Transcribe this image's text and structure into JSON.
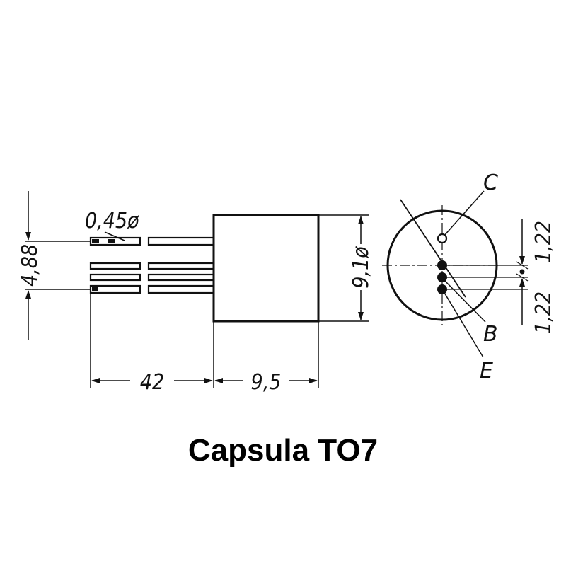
{
  "diagram": {
    "dimensions": {
      "lead_diameter": "0,45ø",
      "lead_spacing": "4,88",
      "lead_length": "42",
      "body_length": "9,5",
      "body_diameter": "9,1ø",
      "pin_pitch_top": "1,22",
      "pin_pitch_bottom": "1,22"
    },
    "pins": {
      "collector": "C",
      "base": "B",
      "emitter": "E"
    }
  },
  "caption": "Capsula TO7"
}
